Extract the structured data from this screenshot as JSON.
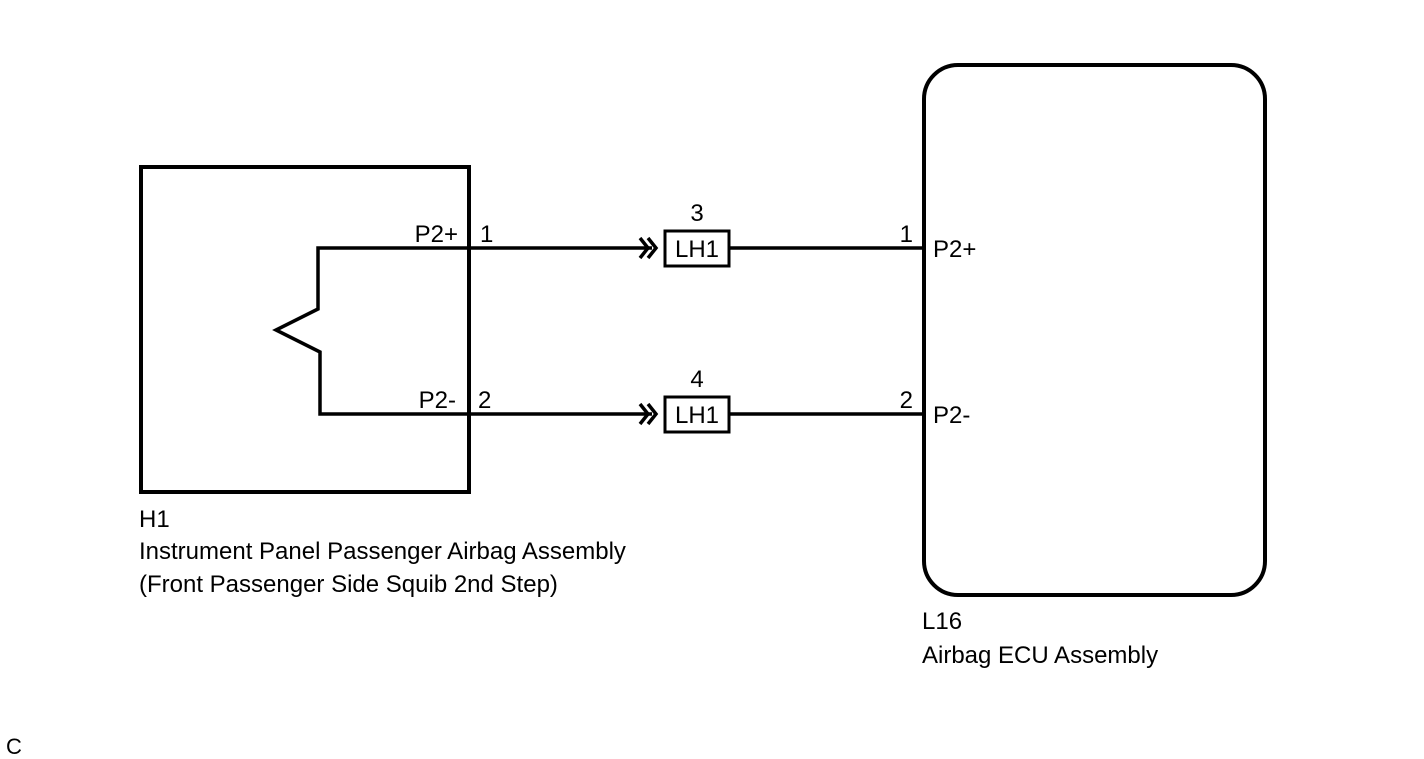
{
  "components": {
    "airbag_assembly": {
      "code": "H1",
      "name": "Instrument Panel Passenger Airbag Assembly",
      "subtitle": "(Front Passenger Side Squib 2nd Step)",
      "pins": [
        {
          "signal": "P2+",
          "number": "1"
        },
        {
          "signal": "P2-",
          "number": "2"
        }
      ]
    },
    "ecu": {
      "code": "L16",
      "name": "Airbag ECU Assembly",
      "pins": [
        {
          "signal": "P2+",
          "number": "1"
        },
        {
          "signal": "P2-",
          "number": "2"
        }
      ]
    }
  },
  "junctions": [
    {
      "label": "LH1",
      "pin": "3"
    },
    {
      "label": "LH1",
      "pin": "4"
    }
  ],
  "corner_mark": "C"
}
